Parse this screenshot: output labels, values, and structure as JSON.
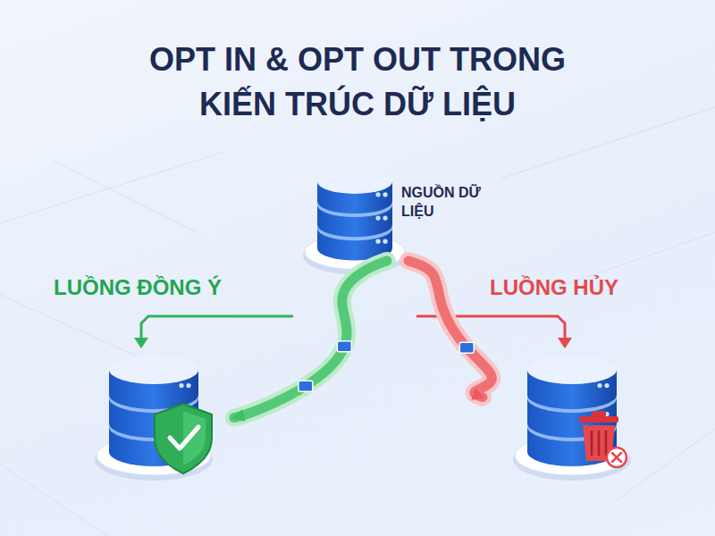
{
  "diagram": {
    "title": "OPT IN & OPT OUT TRONG KIẾN TRÚC DỮ LIỆU",
    "nodes": [
      {
        "text": [
          "NGUỒN DỮ LIỆU"
        ]
      },
      {
        "text": [
          "LUỒNG ĐỒNG Ý"
        ]
      },
      {
        "text": [
          "LUỒNG HỦY"
        ]
      }
    ],
    "edges": [
      {
        "from": 0,
        "to": 1,
        "arrow": "to"
      },
      {
        "from": 0,
        "to": 2,
        "arrow": "to"
      }
    ]
  }
}
